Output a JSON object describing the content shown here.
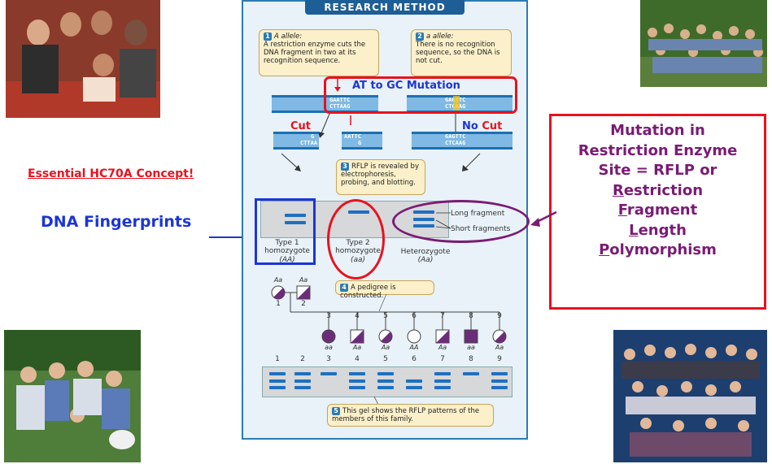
{
  "method_title": "RESEARCH METHOD",
  "step1": {
    "num": "1",
    "head": "A allele:",
    "text": "A restriction enzyme cuts the DNA fragment in two at its recognition sequence."
  },
  "step2": {
    "num": "2",
    "head": "a allele:",
    "text": "There is no recognition sequence, so the DNA is not cut."
  },
  "step3": {
    "num": "3",
    "text": "RFLP is revealed by electrophoresis, probing, and blotting."
  },
  "step4": {
    "num": "4",
    "text": "A pedigree is constructed."
  },
  "step5": {
    "num": "5",
    "text": "This gel shows the RFLP patterns of the members of this family."
  },
  "mutation_label": "AT to GC Mutation",
  "cut_label": "Cut",
  "no_cut_label": "No Cut",
  "no_word": "No",
  "seq_left_top": "GAATTC",
  "seq_left_bottom": "CTTAAG",
  "seq_right_top": "GAGTTC",
  "seq_right_bottom": "CTCAAG",
  "frag_left_top": "G",
  "frag_left_bottom": "CTTAA",
  "frag_mid_top": "AATTC",
  "frag_mid_bottom": "G",
  "uncut_top": "GAGTTC",
  "uncut_bottom": "CTCAAG",
  "gel_labels": {
    "long": "Long fragment",
    "short": "Short fragments",
    "type1": "Type 1\nhomozygote",
    "type1_g": "(AA)",
    "type2": "Type 2\nhomozygote",
    "type2_g": "(aa)",
    "hetero": "Heterozygote",
    "hetero_g": "(Aa)"
  },
  "parents": [
    {
      "geno": "Aa",
      "idx": "1"
    },
    {
      "geno": "Aa",
      "idx": "2"
    }
  ],
  "children": [
    {
      "idx": "3",
      "geno": "aa"
    },
    {
      "idx": "4",
      "geno": "Aa"
    },
    {
      "idx": "5",
      "geno": "Aa"
    },
    {
      "idx": "6",
      "geno": "AA"
    },
    {
      "idx": "7",
      "geno": "Aa"
    },
    {
      "idx": "8",
      "geno": "aa"
    },
    {
      "idx": "9",
      "geno": "Aa"
    }
  ],
  "lane_numbers": [
    "1",
    "2",
    "3",
    "4",
    "5",
    "6",
    "7",
    "8",
    "9"
  ],
  "essential_concept": "Essential HC70A Concept!",
  "dna_fingerprints": "DNA Fingerprints",
  "rflp_box": {
    "line1": "Mutation in",
    "line2": "Restriction Enzyme",
    "line3": "Site = RFLP or",
    "r": "R",
    "r_rest": "estriction",
    "f": "F",
    "f_rest": "ragment",
    "l": "L",
    "l_rest": "ength",
    "p": "P",
    "p_rest": "olymorphism"
  },
  "colors": {
    "accent_red": "#e8121f",
    "purple": "#7a1b74",
    "blue": "#1b35d6",
    "band_blue": "#1f6fc0"
  }
}
